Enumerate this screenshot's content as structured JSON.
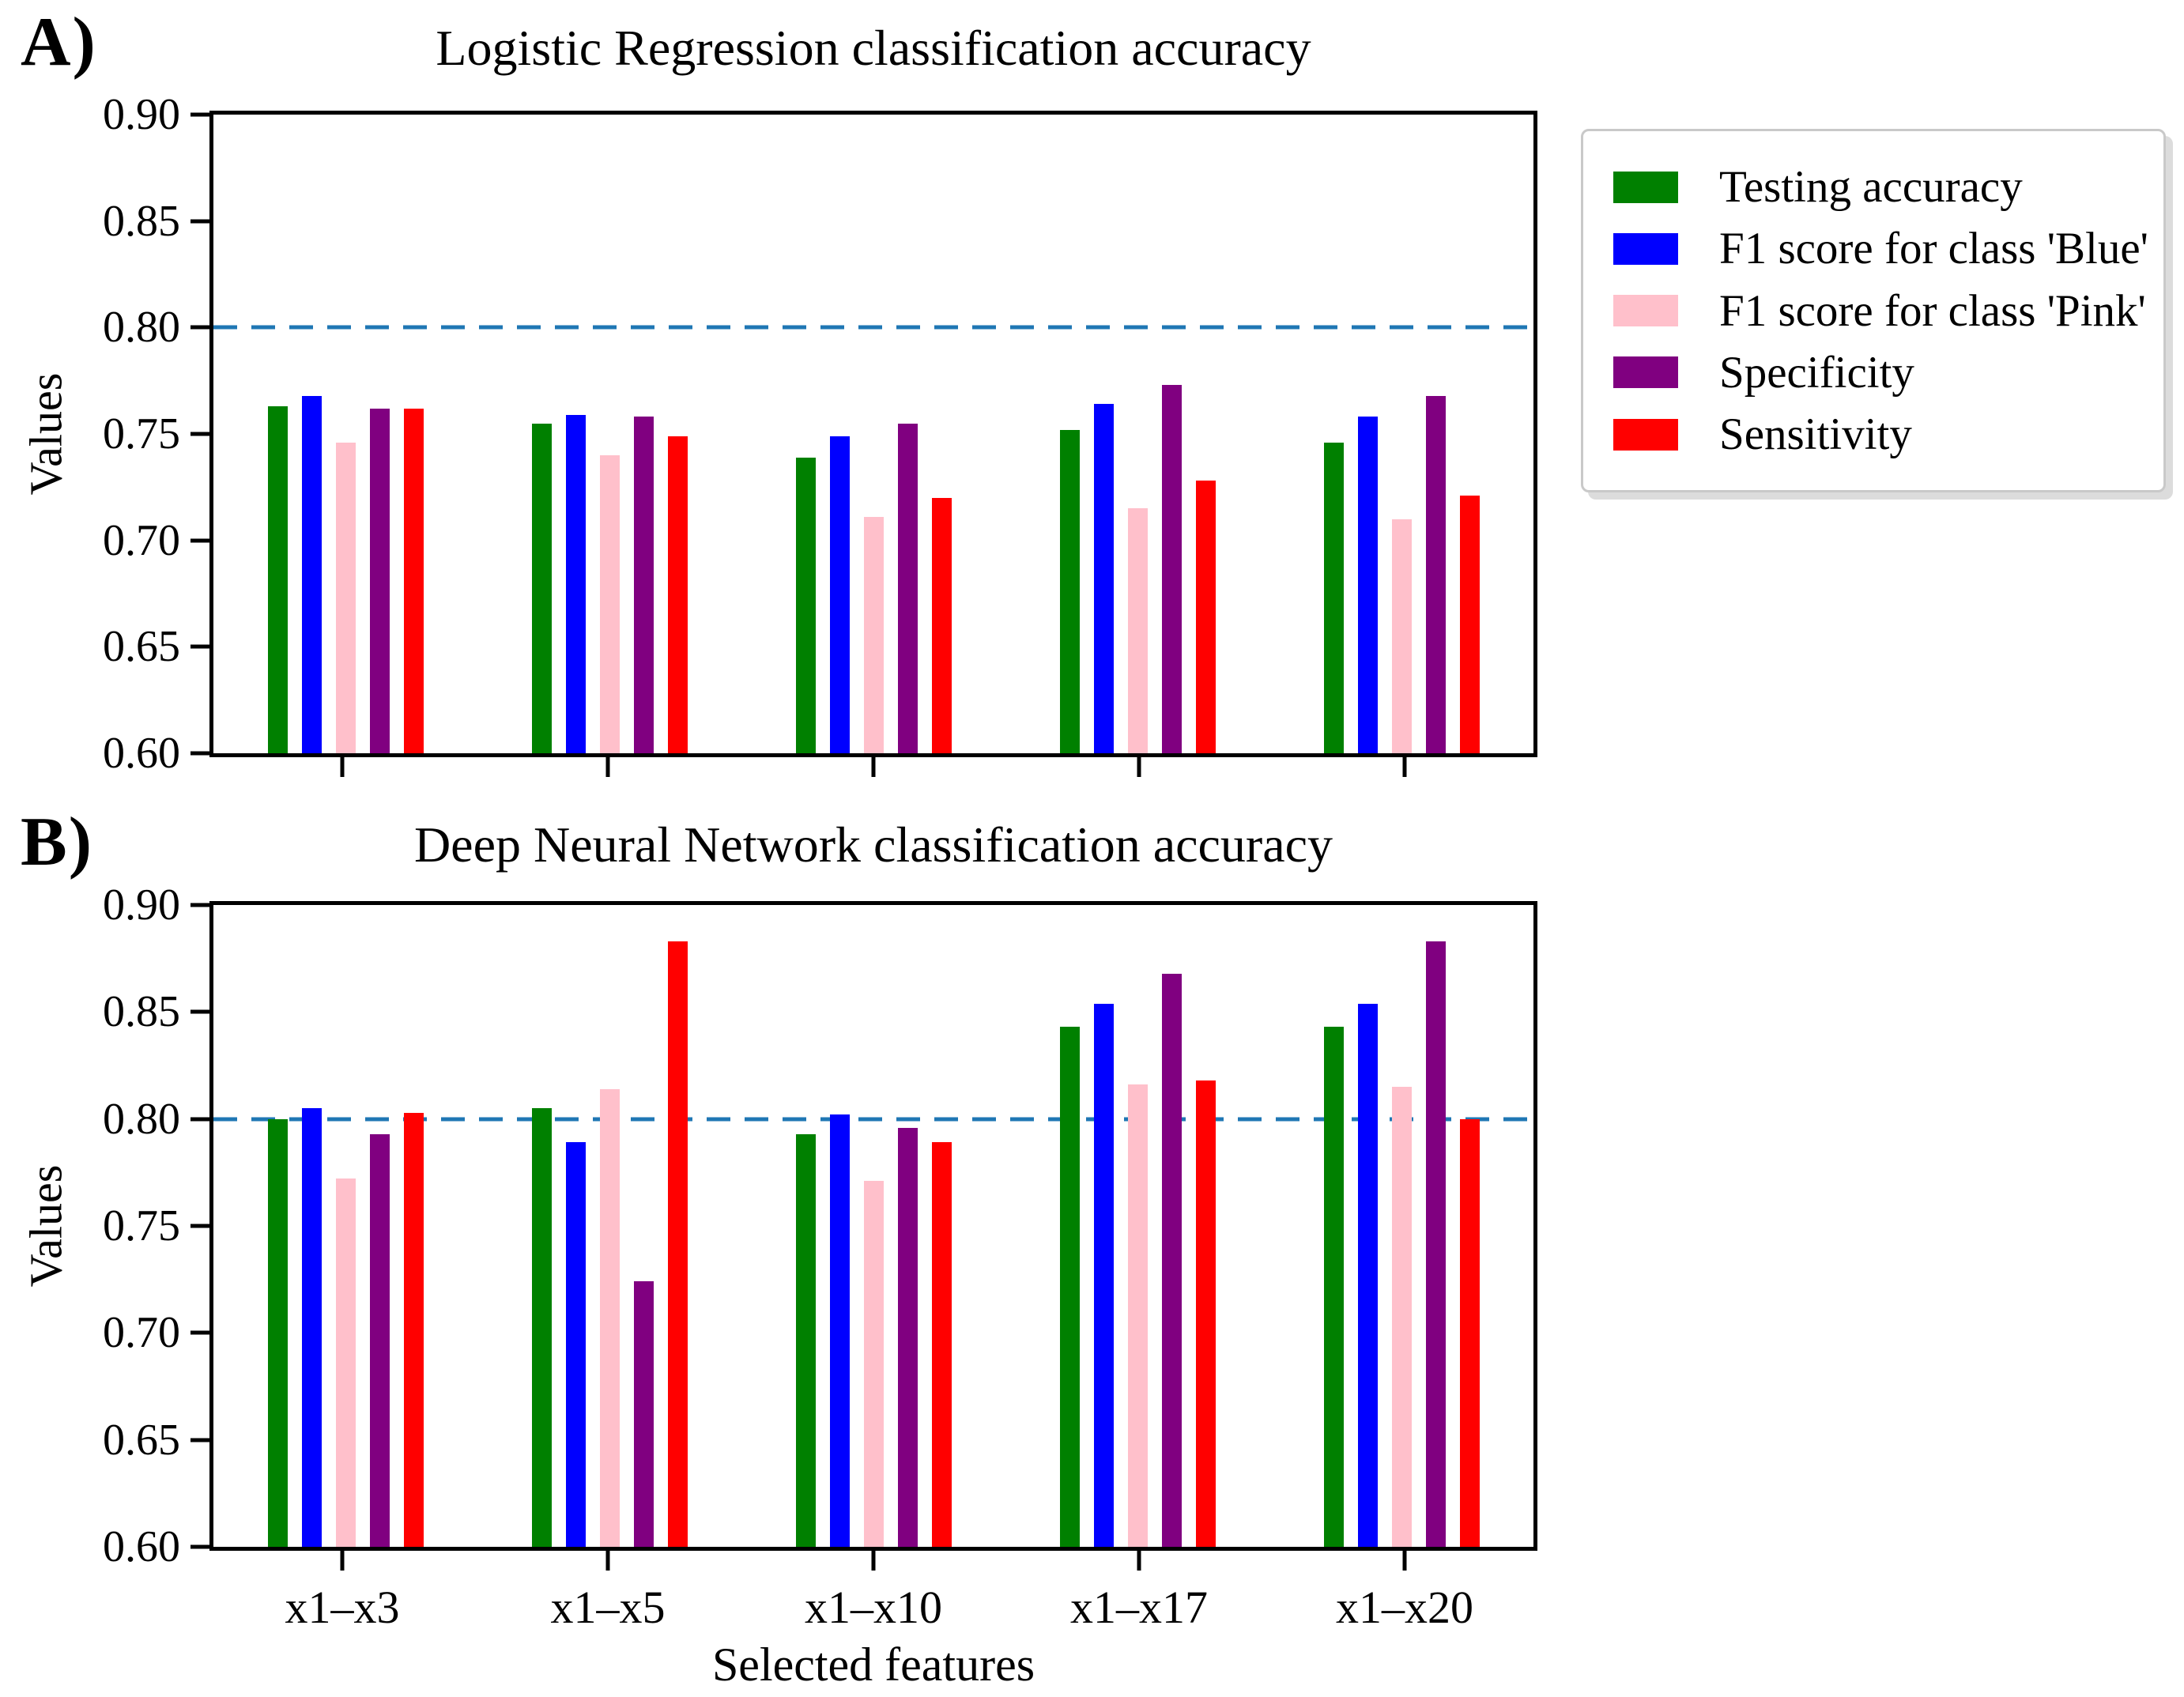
{
  "figure_background": "#ffffff",
  "panels": {
    "a_label": "A)",
    "b_label": "B)"
  },
  "legend": {
    "items": [
      {
        "label": "Testing accuracy",
        "color": "#008000"
      },
      {
        "label": "F1 score for class 'Blue'",
        "color": "#0000ff"
      },
      {
        "label": "F1 score for class 'Pink'",
        "color": "#ffc0cb"
      },
      {
        "label": "Specificity",
        "color": "#800080"
      },
      {
        "label": "Sensitivity",
        "color": "#ff0000"
      }
    ]
  },
  "chart_data": [
    {
      "panel": "A)",
      "type": "bar",
      "title": "Logistic Regression classification accuracy",
      "ylabel": "Values",
      "xlabel": "",
      "ylim": [
        0.6,
        0.9
      ],
      "yticks": [
        "0.90",
        "0.85",
        "0.80",
        "0.75",
        "0.70",
        "0.65",
        "0.60"
      ],
      "grid": false,
      "legend_position": "outside-upper-right",
      "reference_line": {
        "value": 0.8,
        "style": "dashed",
        "color": "#1f77b4"
      },
      "categories": [
        "x1–x3",
        "x1–x5",
        "x1–x10",
        "x1–x17",
        "x1–x20"
      ],
      "show_xticklabels": false,
      "series": [
        {
          "name": "Testing accuracy",
          "color": "#008000",
          "values": [
            0.763,
            0.755,
            0.739,
            0.752,
            0.746
          ]
        },
        {
          "name": "F1 score for class 'Blue'",
          "color": "#0000ff",
          "values": [
            0.768,
            0.759,
            0.749,
            0.764,
            0.758
          ]
        },
        {
          "name": "F1 score for class 'Pink'",
          "color": "#ffc0cb",
          "values": [
            0.746,
            0.74,
            0.711,
            0.715,
            0.71
          ]
        },
        {
          "name": "Specificity",
          "color": "#800080",
          "values": [
            0.762,
            0.758,
            0.755,
            0.773,
            0.768
          ]
        },
        {
          "name": "Sensitivity",
          "color": "#ff0000",
          "values": [
            0.762,
            0.749,
            0.72,
            0.728,
            0.721
          ]
        }
      ]
    },
    {
      "panel": "B)",
      "type": "bar",
      "title": "Deep Neural Network classification accuracy",
      "ylabel": "Values",
      "xlabel": "Selected features",
      "ylim": [
        0.6,
        0.9
      ],
      "yticks": [
        "0.90",
        "0.85",
        "0.80",
        "0.75",
        "0.70",
        "0.65",
        "0.60"
      ],
      "grid": false,
      "reference_line": {
        "value": 0.8,
        "style": "dashed",
        "color": "#1f77b4"
      },
      "categories": [
        "x1–x3",
        "x1–x5",
        "x1–x10",
        "x1–x17",
        "x1–x20"
      ],
      "show_xticklabels": true,
      "series": [
        {
          "name": "Testing accuracy",
          "color": "#008000",
          "values": [
            0.8,
            0.805,
            0.793,
            0.843,
            0.843
          ]
        },
        {
          "name": "F1 score for class 'Blue'",
          "color": "#0000ff",
          "values": [
            0.805,
            0.789,
            0.802,
            0.854,
            0.854
          ]
        },
        {
          "name": "F1 score for class 'Pink'",
          "color": "#ffc0cb",
          "values": [
            0.772,
            0.814,
            0.771,
            0.816,
            0.815
          ]
        },
        {
          "name": "Specificity",
          "color": "#800080",
          "values": [
            0.793,
            0.724,
            0.796,
            0.868,
            0.883
          ]
        },
        {
          "name": "Sensitivity",
          "color": "#ff0000",
          "values": [
            0.803,
            0.883,
            0.789,
            0.818,
            0.8
          ]
        }
      ]
    }
  ]
}
